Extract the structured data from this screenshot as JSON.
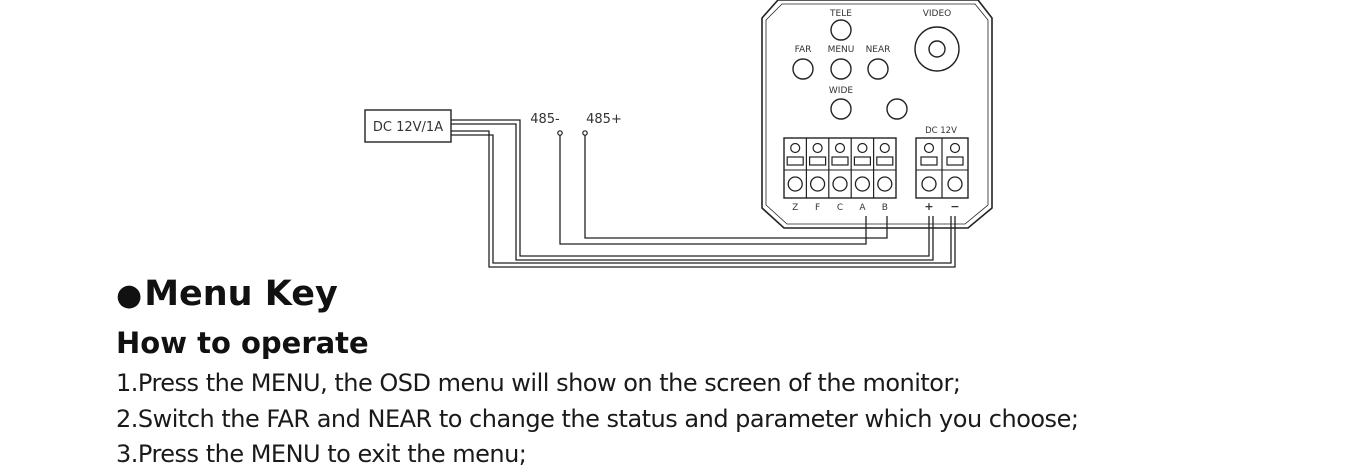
{
  "diagram": {
    "power_label": "DC 12V/1A",
    "rs485_minus_label": "485-",
    "rs485_plus_label": "485+",
    "board": {
      "tele_label": "TELE",
      "video_label": "VIDEO",
      "far_label": "FAR",
      "menu_label": "MENU",
      "near_label": "NEAR",
      "wide_label": "WIDE",
      "dc_label": "DC 12V",
      "terminals": [
        "Z",
        "F",
        "C",
        "A",
        "B"
      ],
      "power_terminals": [
        "+",
        "−"
      ]
    }
  },
  "section": {
    "bullet": "●",
    "title": "Menu Key",
    "subtitle": "How to operate",
    "steps": [
      "1.Press the MENU, the OSD menu will show on the screen of the monitor;",
      "2.Switch the FAR and NEAR to change the status and parameter which you choose;",
      "3.Press the MENU to exit the menu;"
    ]
  }
}
